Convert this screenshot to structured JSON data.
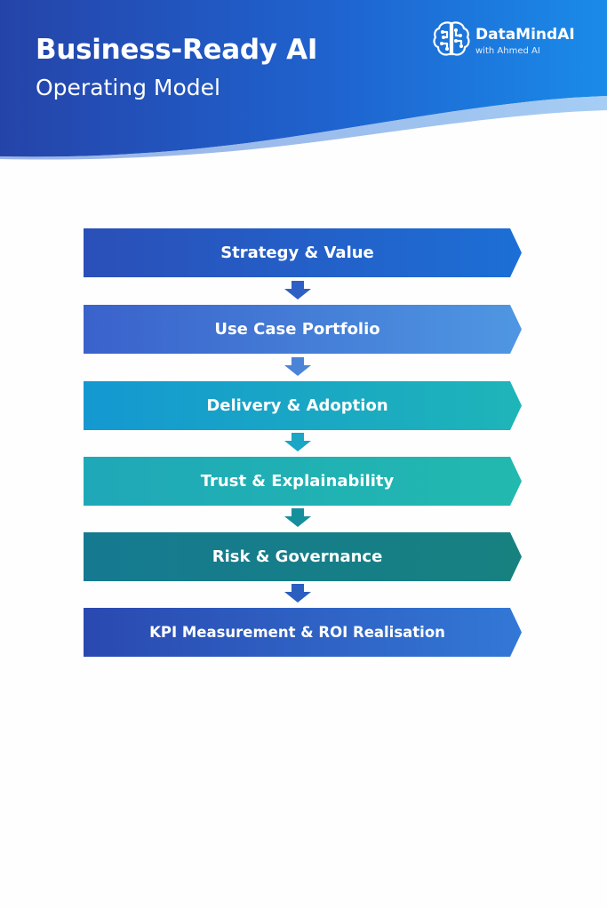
{
  "header": {
    "title": "Business-Ready AI",
    "subtitle": "Operating Model"
  },
  "brand": {
    "name": "DataMindAI",
    "tagline": "with Ahmed AI",
    "icon": "brain-circuit-icon"
  },
  "steps": [
    {
      "label": "Strategy & Value"
    },
    {
      "label": "Use Case Portfolio"
    },
    {
      "label": "Delivery & Adoption"
    },
    {
      "label": "Trust & Explainability"
    },
    {
      "label": "Risk & Governance"
    },
    {
      "label": "KPI Measurement & ROI Realisation"
    }
  ],
  "colors": {
    "header_dark": "#2443a8",
    "header_light": "#1b8be6",
    "step_1": [
      "#2b4fb8",
      "#1c6fd6"
    ],
    "step_2": [
      "#3a62cb",
      "#4f97e2"
    ],
    "step_3": [
      "#1498d1",
      "#1eb5b8"
    ],
    "step_4": [
      "#1fa8b8",
      "#22b9af"
    ],
    "step_5": [
      "#157a91",
      "#178180"
    ],
    "step_6": [
      "#2a49b0",
      "#3378d6"
    ]
  }
}
